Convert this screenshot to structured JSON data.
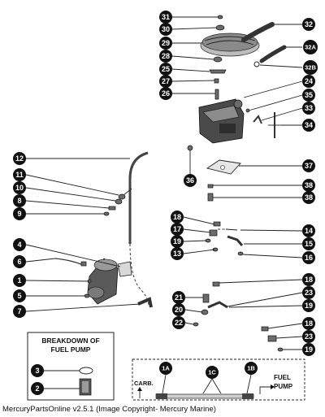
{
  "callouts": {
    "c31": "31",
    "c30": "30",
    "c29": "29",
    "c28": "28",
    "c25": "25",
    "c27": "27",
    "c26": "26",
    "c32": "32",
    "c32a": "32A",
    "c32b": "32B",
    "c24": "24",
    "c35": "35",
    "c33": "33",
    "c34": "34",
    "c12": "12",
    "c11": "11",
    "c10": "10",
    "c8": "8",
    "c9": "9",
    "c37": "37",
    "c36": "36",
    "c38a": "38",
    "c38b": "38",
    "c18a": "18",
    "c17": "17",
    "c19a": "19",
    "c13": "13",
    "c14": "14",
    "c15": "15",
    "c16": "16",
    "c4": "4",
    "c6": "6",
    "c1": "1",
    "c5": "5",
    "c7": "7",
    "c18b": "18",
    "c21": "21",
    "c23a": "23",
    "c20": "20",
    "c19b": "19",
    "c22": "22",
    "c18c": "18",
    "c23b": "23",
    "c19c": "19",
    "c3": "3",
    "c2": "2",
    "c1a": "1A",
    "c1c": "1C",
    "c1b": "1B"
  },
  "breakdown": {
    "title_line1": "BREAKDOWN OF",
    "title_line2": "FUEL PUMP"
  },
  "inset": {
    "carb_label": "CARB.",
    "fuel_label": "FUEL",
    "pump_label": "PUMP"
  },
  "footer": {
    "text": "MercuryPartsOnline v2.5.1 (Image Copyright- Mercury Marine)"
  }
}
